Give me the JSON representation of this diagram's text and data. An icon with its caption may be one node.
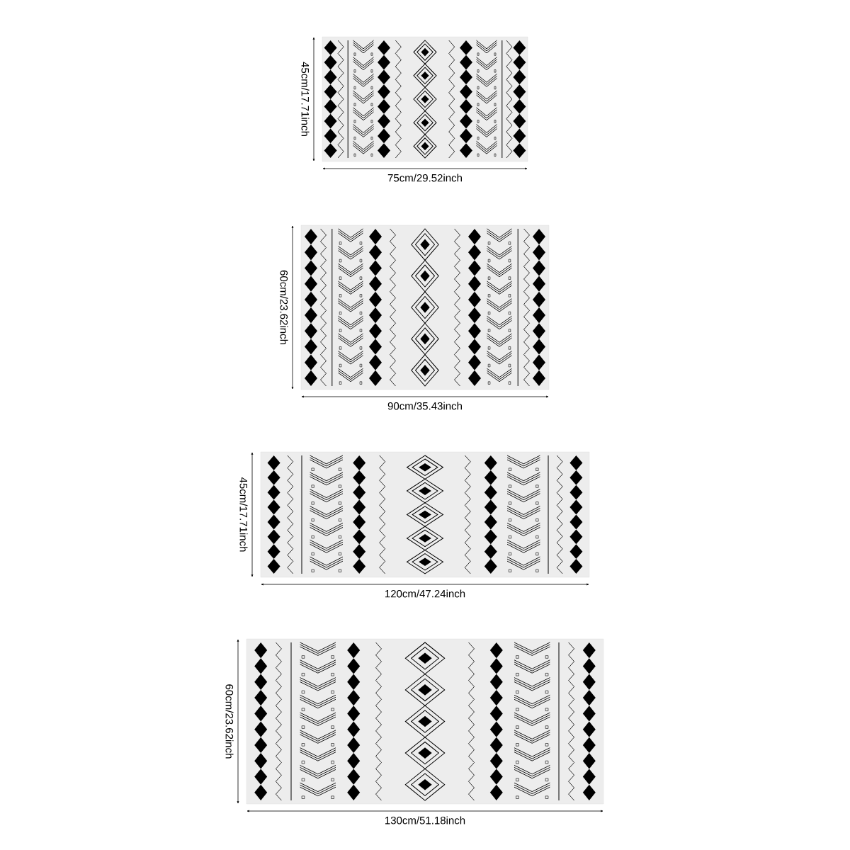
{
  "diagram": {
    "labels": [
      "45cm/17.71inch",
      "75cm/29.52inch",
      "60cm/23.62inch",
      "90cm/35.43inch",
      "45cm/17.71inch",
      "120cm/47.24inch",
      "60cm/23.62inch",
      "130cm/51.18inch"
    ]
  }
}
